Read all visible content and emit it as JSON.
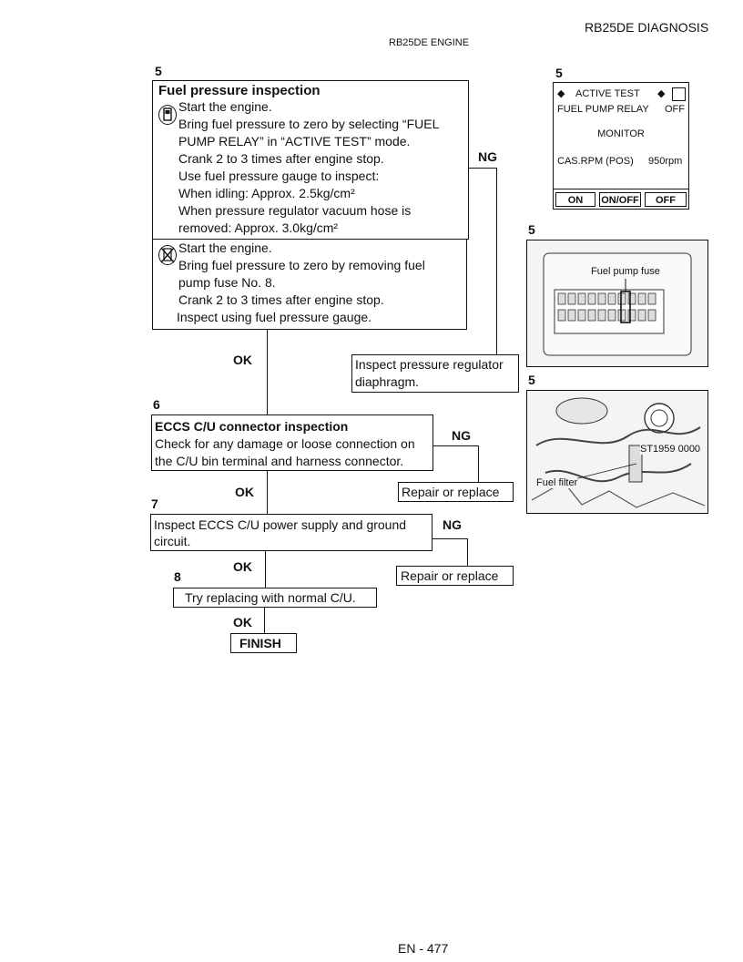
{
  "header": {
    "section": "RB25DE DIAGNOSIS",
    "engine": "RB25DE ENGINE"
  },
  "step5": {
    "number": "5",
    "title": "Fuel pressure inspection",
    "consult_lines": [
      "Start the engine.",
      "Bring fuel pressure to zero by selecting “FUEL",
      "PUMP RELAY” in “ACTIVE TEST” mode.",
      "Crank 2 to 3 times after engine stop.",
      "Use fuel pressure gauge to inspect:",
      "When idling: Approx. 2.5kg/cm²",
      "When pressure regulator vacuum hose is",
      "removed: Approx. 3.0kg/cm²"
    ],
    "no_tool_lines": [
      "Start the engine.",
      "Bring fuel pressure to zero by removing fuel",
      "pump fuse No. 8.",
      "Crank 2 to 3 times after engine stop.",
      "Inspect using fuel pressure gauge."
    ],
    "ng_label": "NG",
    "ok_label": "OK",
    "ng_box": [
      "Inspect pressure regulator",
      "diaphragm."
    ]
  },
  "step6": {
    "number": "6",
    "title": "ECCS C/U connector inspection",
    "lines": [
      "Check for any damage or loose connection on",
      "the C/U bin terminal and harness connector."
    ],
    "ng_label": "NG",
    "ok_label": "OK",
    "ng_box": "Repair or replace"
  },
  "step7": {
    "number": "7",
    "lines": [
      "Inspect ECCS C/U power supply and ground",
      "circuit."
    ],
    "ng_label": "NG",
    "ok_label": "OK",
    "ng_box": "Repair or replace"
  },
  "step8": {
    "number": "8",
    "text": "Try replacing with normal C/U.",
    "ok_label": "OK",
    "finish": "FINISH"
  },
  "figures": {
    "consult_screen": {
      "number": "5",
      "mode": "ACTIVE TEST",
      "item": "FUEL PUMP RELAY",
      "item_state": "OFF",
      "monitor": "MONITOR",
      "sensor": "CAS.RPM (POS)",
      "sensor_value": "950rpm",
      "buttons": [
        "ON",
        "ON/OFF",
        "OFF"
      ]
    },
    "fuse_box": {
      "number": "5",
      "label": "Fuel pump fuse"
    },
    "engine_bay": {
      "number": "5",
      "code": "ST1959 0000",
      "label": "Fuel filter"
    }
  },
  "footer": {
    "page": "EN - 477"
  }
}
